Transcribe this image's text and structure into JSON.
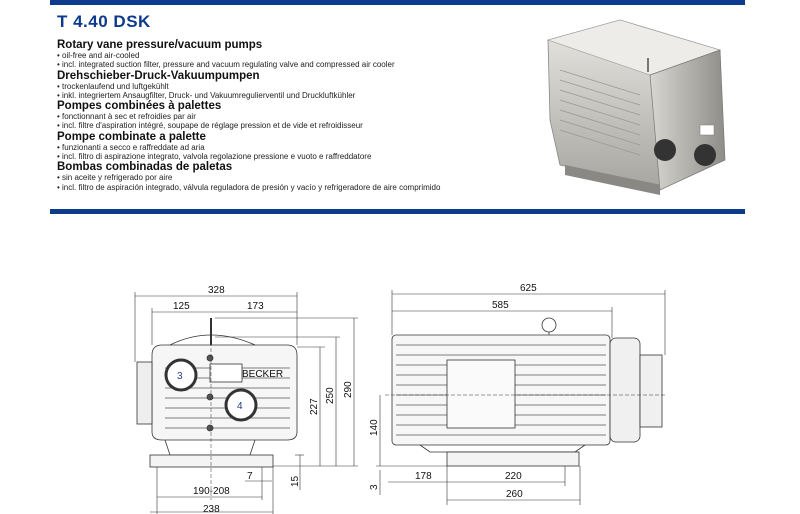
{
  "title": "T 4.40 DSK",
  "sections": [
    {
      "heading": "Rotary vane pressure/vacuum pumps",
      "bullets": [
        "• oil-free and air-cooled",
        "• incl. integrated suction filter, pressure and vacuum regulating valve and compressed air cooler"
      ]
    },
    {
      "heading": "Drehschieber-Druck-Vakuumpumpen",
      "bullets": [
        "• trockenlaufend und luftgekühlt",
        "• inkl. integriertem Ansaugfilter, Druck- und Vakuumregulierventil und Druckluftkühler"
      ]
    },
    {
      "heading": "Pompes combinées à palettes",
      "bullets": [
        "• fonctionnant à sec et refroidies par air",
        "• incl. filtre d'aspiration intégré, soupape de réglage pression et de vide et refroidisseur"
      ]
    },
    {
      "heading": "Pompe combinate a palette",
      "bullets": [
        "• funzionanti a secco e raffreddate ad aria",
        "• incl. filtro di aspirazione integrato, valvola regolazione pressione e vuoto e raffreddatore"
      ]
    },
    {
      "heading": "Bombas combinadas de paletas",
      "bullets": [
        "• sin aceite y refrigerado por aire",
        "• incl. filtro de aspiración integrado, válvula reguladora de presión y vacío y refrigeradore de aire comprimido"
      ]
    }
  ],
  "front_view": {
    "brand": "BECKER",
    "port_labels": [
      "3",
      "4"
    ],
    "dimensions": {
      "width_total": "328",
      "left": "125",
      "right": "173",
      "h1": "227",
      "h2": "250",
      "h3": "290",
      "foot_h": "15",
      "hole": "7",
      "mount": "190-208",
      "base": "238"
    }
  },
  "side_view": {
    "dimensions": {
      "length_total": "625",
      "length_body": "585",
      "axis_h": "140",
      "base_offset": "3",
      "foot_offset": "178",
      "mount": "220",
      "base": "260"
    }
  }
}
